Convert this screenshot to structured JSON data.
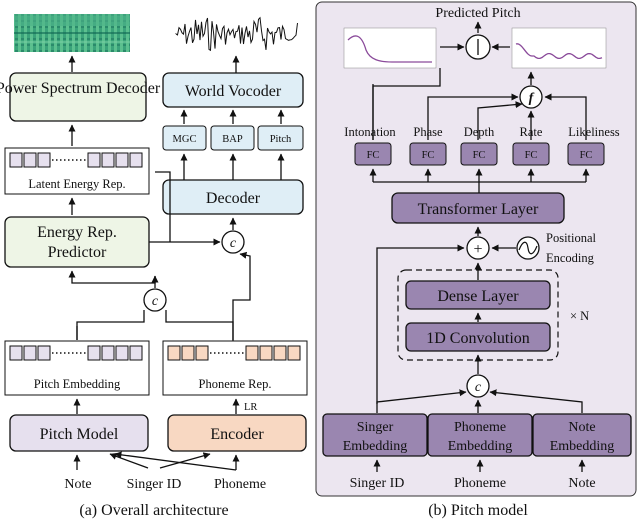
{
  "left": {
    "caption": "(a) Overall architecture",
    "power_spectrum_decoder": "Power Spectrum Decoder",
    "latent_energy_rep": "Latent Energy Rep.",
    "energy_rep_predictor": "Energy Rep. Predictor",
    "world_vocoder": "World Vocoder",
    "mgc": "MGC",
    "bap": "BAP",
    "pitch": "Pitch",
    "decoder": "Decoder",
    "concat_symbol": "c",
    "pitch_embedding": "Pitch Embedding",
    "phoneme_rep": "Phoneme Rep.",
    "lr": "LR",
    "pitch_model": "Pitch Model",
    "encoder": "Encoder",
    "input_note": "Note",
    "input_singer_id": "Singer ID",
    "input_phoneme": "Phoneme"
  },
  "right": {
    "caption": "(b) Pitch model",
    "predicted_pitch": "Predicted Pitch",
    "plus_symbol": "+",
    "f_symbol": "f",
    "heads": [
      {
        "name": "Intonation",
        "fc": "FC"
      },
      {
        "name": "Phase",
        "fc": "FC"
      },
      {
        "name": "Depth",
        "fc": "FC"
      },
      {
        "name": "Rate",
        "fc": "FC"
      },
      {
        "name": "Likeliness",
        "fc": "FC"
      }
    ],
    "transformer_layer": "Transformer Layer",
    "positional_encoding_line1": "Positional",
    "positional_encoding_line2": "Encoding",
    "dense_layer": "Dense Layer",
    "conv_1d": "1D Convolution",
    "times_n": "× N",
    "concat_symbol": "c",
    "singer_embedding_line1": "Singer",
    "singer_embedding_line2": "Embedding",
    "phoneme_embedding_line1": "Phoneme",
    "phoneme_embedding_line2": "Embedding",
    "note_embedding_line1": "Note",
    "note_embedding_line2": "Embedding",
    "input_singer_id": "Singer ID",
    "input_phoneme": "Phoneme",
    "input_note": "Note"
  },
  "colors": {
    "green_box": "#eef5e6",
    "blue_box": "#dfeef6",
    "lavender_box": "#e6e0ee",
    "orange_box": "#f8d8c2",
    "purple_box": "#9a86b0",
    "panel_bg": "#ece6f0"
  }
}
